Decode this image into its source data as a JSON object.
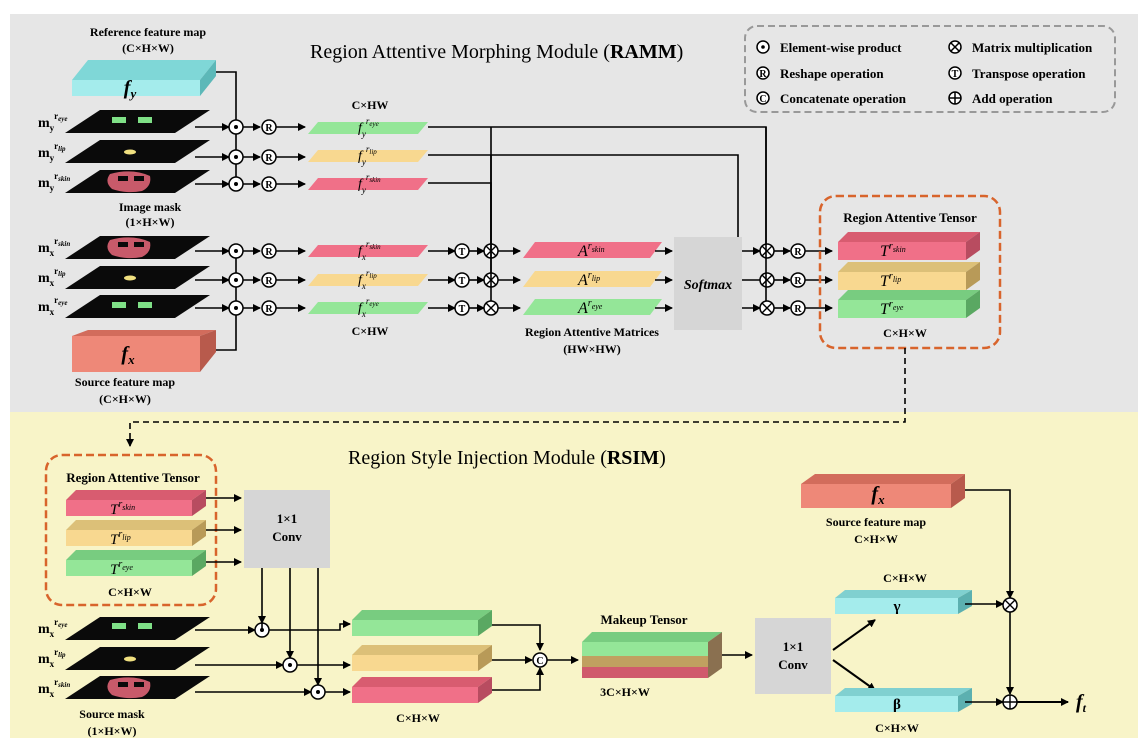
{
  "ramm": {
    "title_prefix": "Region Attentive Morphing Module (",
    "title_bold": "RAMM",
    "title_suffix": ")",
    "reference_label": "Reference feature map",
    "reference_dims": "(C×H×W)",
    "fy_label": "f",
    "fy_sub": "y",
    "image_mask_label": "Image mask",
    "image_mask_dims": "(1×H×W)",
    "chw_top": "C×HW",
    "chw_bottom": "C×HW",
    "source_label": "Source feature map",
    "source_dims": "(C×H×W)",
    "fx_label": "f",
    "fx_sub": "x",
    "region_matrices_label": "Region Attentive Matrices",
    "region_matrices_dims": "(HW×HW)",
    "softmax_label": "Softmax",
    "tensor_title": "Region Attentive Tensor",
    "tensor_dims": "C×H×W"
  },
  "legend": {
    "elementwise": "Element-wise product",
    "reshape": "Reshape operation",
    "concatenate": "Concatenate operation",
    "matrix_mult": "Matrix multiplication",
    "transpose": "Transpose operation",
    "add": "Add operation"
  },
  "rsim": {
    "title_prefix": "Region Style Injection Module (",
    "title_bold": "RSIM",
    "title_suffix": ")",
    "tensor_title": "Region Attentive Tensor",
    "tensor_dims": "C×H×W",
    "conv_line1": "1×1",
    "conv_line2": "Conv",
    "source_mask_label": "Source mask",
    "source_mask_dims": "(1×H×W)",
    "mid_dims": "C×H×W",
    "makeup_label": "Makeup Tensor",
    "makeup_dims": "3C×H×W",
    "conv2_line1": "1×1",
    "conv2_line2": "Conv",
    "source_feature_label": "Source feature map",
    "source_feature_dims": "C×H×W",
    "fx_label": "f",
    "fx_sub": "x",
    "gamma_dims": "C×H×W",
    "gamma_label": "γ",
    "beta_label": "β",
    "beta_dims": "C×H×W",
    "ft_label": "f",
    "ft_sub": "t"
  },
  "symbols": {
    "elementwise": "⊙",
    "reshape": "R",
    "transpose": "T",
    "concat": "C",
    "matmul": "⊗",
    "add": "⊕"
  },
  "labels": {
    "m": "m",
    "my_sub": "y",
    "mx_sub": "x",
    "f": "f",
    "A": "A",
    "T": "T",
    "r": "r",
    "eye": "eye",
    "lip": "lip",
    "skin": "skin"
  },
  "colors": {
    "ramm_bg": "#e6e6e6",
    "rsim_bg": "#f8f4c8",
    "cyan": "#a4ecec",
    "salmon": "#ee8878",
    "green": "#94e698",
    "yellow": "#f8d890",
    "pink": "#f07088",
    "gray_box": "#d6d6d6",
    "dashed_orange": "#d8642c"
  }
}
